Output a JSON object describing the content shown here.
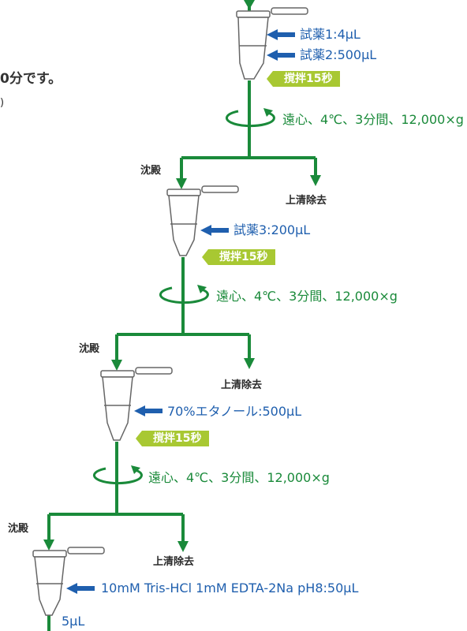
{
  "intro_text": "0分です。",
  "intro_paren": ")",
  "stir_label": "撹拌15秒",
  "centrifuge_label": "遠心、4℃、3分間、12,000×g",
  "precipitate_label": "沈殿",
  "supernatant_label": "上清除去",
  "step1": {
    "reagent_a": "試薬1:4μL",
    "reagent_b": "試薬2:500μL"
  },
  "step2": {
    "reagent": "試薬3:200μL"
  },
  "step3": {
    "reagent": "70%エタノール:500μL"
  },
  "step4": {
    "reagent": "10mM Tris-HCl 1mM EDTA-2Na pH8:50μL"
  },
  "final_volume": "5μL",
  "colors": {
    "flow": "#1a8a3a",
    "arrow": "#1f5fae",
    "badge": "#a8c832",
    "tube": "#666666"
  },
  "icons": [
    "tube-icon",
    "centrifuge-arrow-icon",
    "blue-arrow-icon"
  ]
}
